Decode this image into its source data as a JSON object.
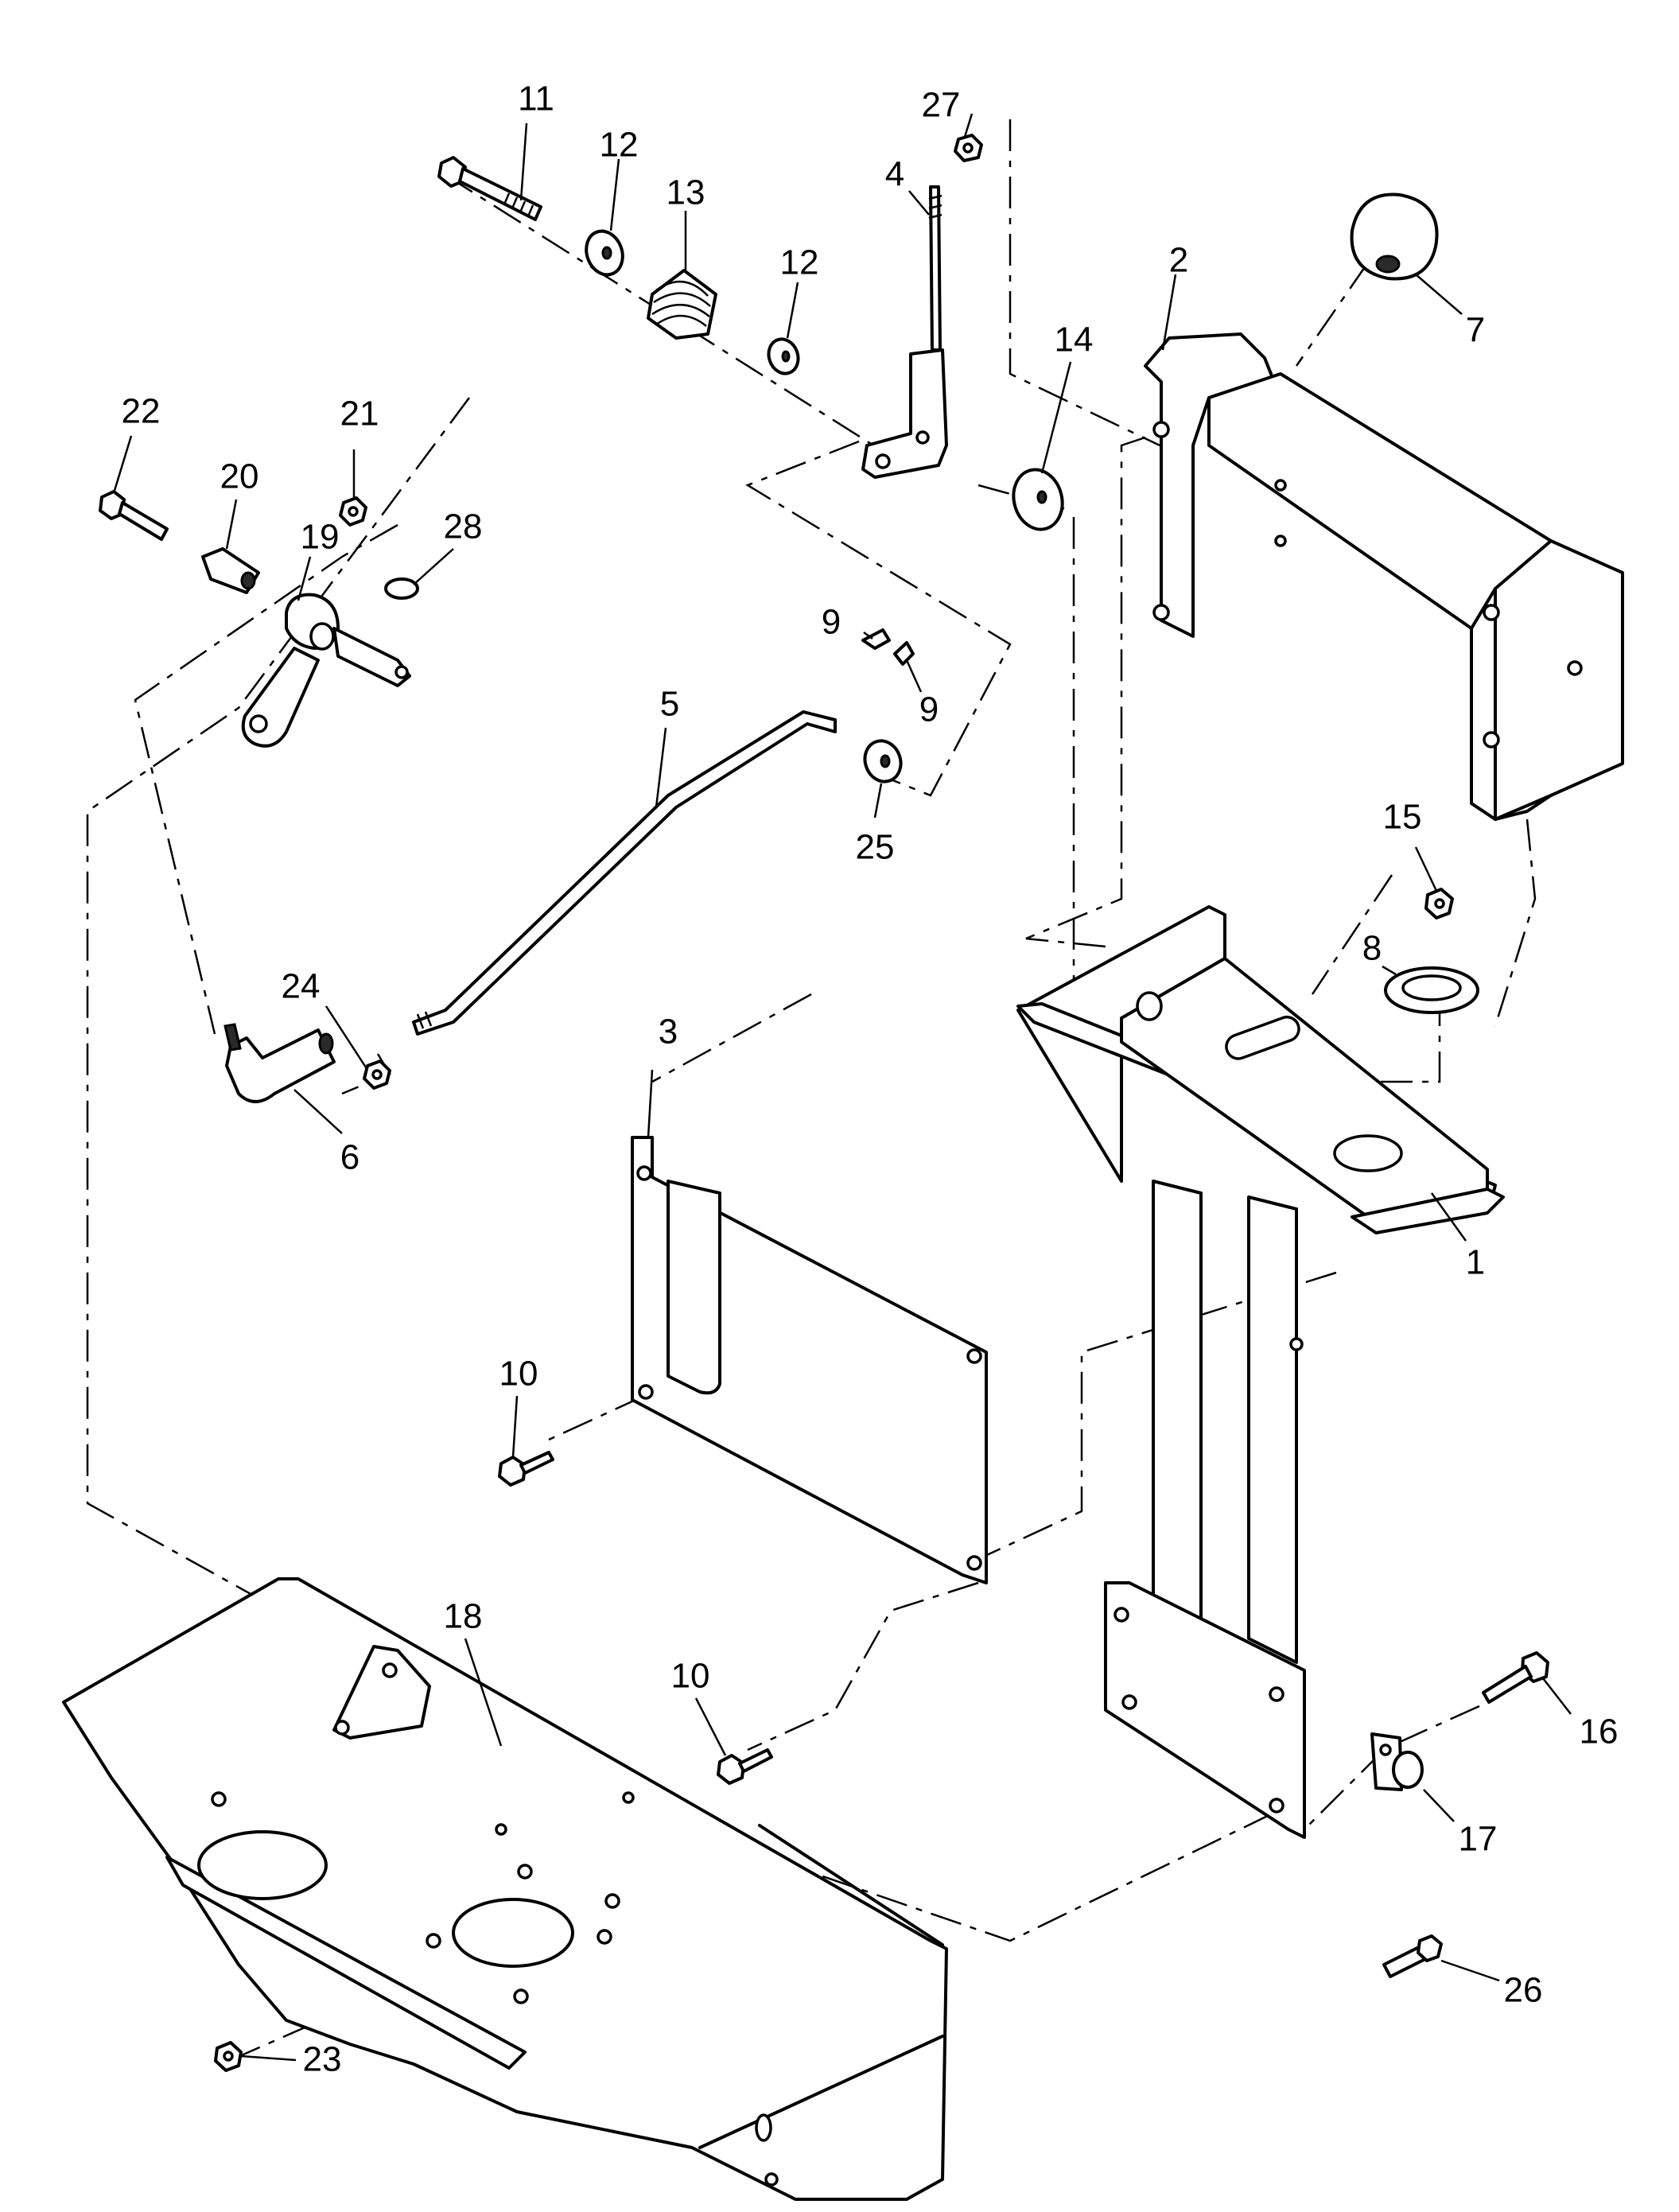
{
  "callouts": {
    "c1": "1",
    "c2": "2",
    "c3": "3",
    "c4": "4",
    "c5": "5",
    "c6": "6",
    "c7": "7",
    "c8": "8",
    "c9a": "9",
    "c9b": "9",
    "c10a": "10",
    "c10b": "10",
    "c11": "11",
    "c12a": "12",
    "c12b": "12",
    "c13": "13",
    "c14": "14",
    "c15": "15",
    "c16": "16",
    "c17": "17",
    "c18": "18",
    "c19": "19",
    "c20": "20",
    "c21": "21",
    "c22": "22",
    "c23": "23",
    "c24": "24",
    "c25": "25",
    "c26": "26",
    "c27": "27",
    "c28": "28"
  },
  "colors": {
    "line": "#000000",
    "background": "#ffffff"
  }
}
